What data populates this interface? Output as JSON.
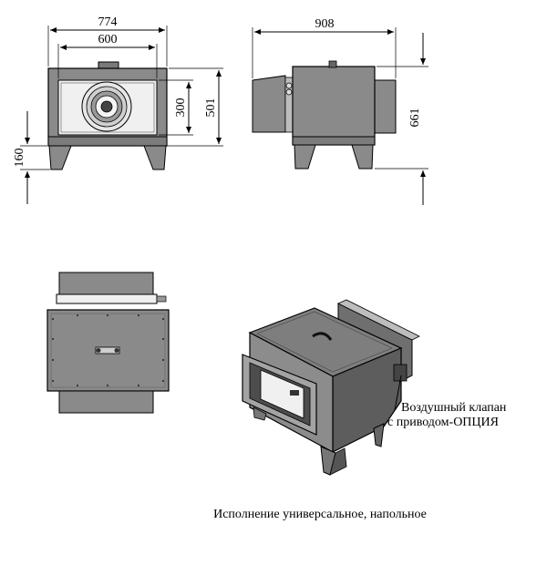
{
  "dimensions": {
    "front_width_outer": "774",
    "front_width_inner": "600",
    "front_height_opening": "300",
    "front_height_total": "501",
    "leg_height": "160",
    "side_length": "908",
    "side_height": "661"
  },
  "callout": {
    "line1": "Воздушный клапан",
    "line2": "с приводом-ОПЦИЯ"
  },
  "caption": "Исполнение универсальное, напольное",
  "colors": {
    "body": "#8a8a8a",
    "body_dark": "#5f5f5f",
    "panel_light": "#f2f2f2",
    "outline": "#000000"
  }
}
